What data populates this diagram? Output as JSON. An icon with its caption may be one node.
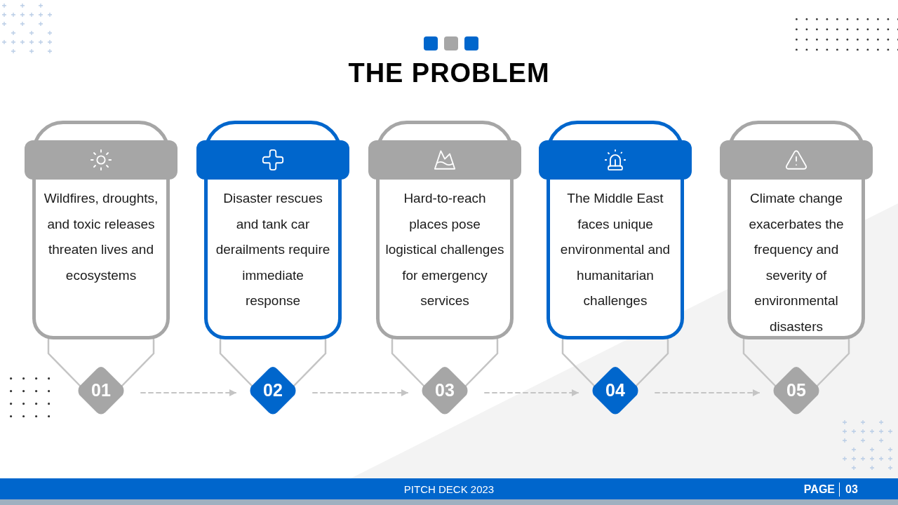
{
  "diagram": {
    "title": "THE PROBLEM",
    "nodes": [
      {
        "text": [
          "Wildfires, droughts, and toxic releases threaten lives and ecosystems"
        ]
      },
      {
        "text": [
          "Disaster rescues and tank car derailments require immediate response"
        ]
      },
      {
        "text": [
          "Hard-to-reach places pose logistical challenges for emergency services"
        ]
      },
      {
        "text": [
          "The Middle East faces unique environmental and humanitarian challenges"
        ]
      },
      {
        "text": [
          "Climate change exacerbates the frequency and severity of environmental disasters"
        ]
      },
      {
        "text": [
          "01"
        ]
      },
      {
        "text": [
          "02"
        ]
      },
      {
        "text": [
          "03"
        ]
      },
      {
        "text": [
          "04"
        ]
      },
      {
        "text": [
          "05"
        ]
      }
    ],
    "edges": [
      {
        "from": 0,
        "to": 5,
        "arrow": "none"
      },
      {
        "from": 1,
        "to": 6,
        "arrow": "none"
      },
      {
        "from": 2,
        "to": 7,
        "arrow": "none"
      },
      {
        "from": 3,
        "to": 8,
        "arrow": "none"
      },
      {
        "from": 4,
        "to": 9,
        "arrow": "none"
      },
      {
        "from": 5,
        "to": 6,
        "arrow": "to",
        "style": "dashed"
      },
      {
        "from": 6,
        "to": 7,
        "arrow": "to",
        "style": "dashed"
      },
      {
        "from": 7,
        "to": 8,
        "arrow": "to",
        "style": "dashed"
      },
      {
        "from": 8,
        "to": 9,
        "arrow": "to",
        "style": "dashed"
      }
    ],
    "labels": [
      "PITCH DECK 2023",
      "PAGE",
      "03"
    ]
  }
}
